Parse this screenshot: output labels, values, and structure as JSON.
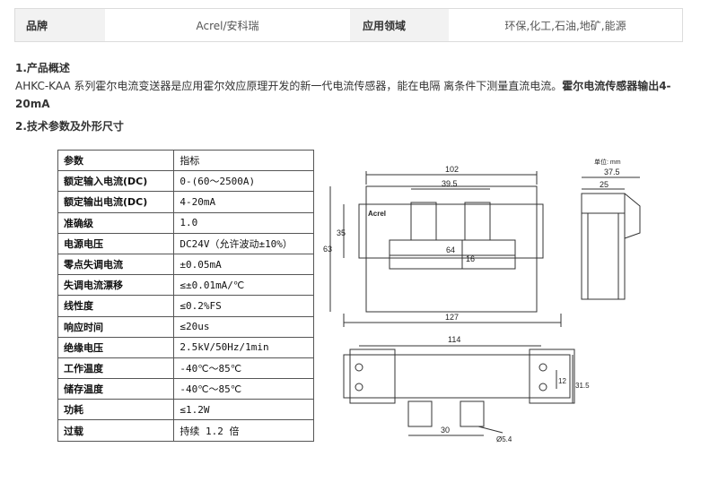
{
  "meta": {
    "brand_label": "品牌",
    "brand_value": "Acrel/安科瑞",
    "field_label": "应用领域",
    "field_value": "环保,化工,石油,地矿,能源"
  },
  "overview": {
    "title": "1.产品概述",
    "text_normal": "AHKC-KAA 系列霍尔电流变送器是应用霍尔效应原理开发的新一代电流传感器，能在电隔 离条件下测量直流电流。",
    "text_bold": "霍尔电流传感器输出4-20mA"
  },
  "specs_title": "2.技术参数及外形尺寸",
  "spec_table": [
    {
      "k": "参数",
      "v": "指标"
    },
    {
      "k": "额定输入电流(DC)",
      "v": "0-(60～2500A)"
    },
    {
      "k": "额定输出电流(DC)",
      "v": "4-20mA"
    },
    {
      "k": "准确级",
      "v": "1.0"
    },
    {
      "k": "电源电压",
      "v": "DC24V（允许波动±10%）"
    },
    {
      "k": "零点失调电流",
      "v": "±0.05mA"
    },
    {
      "k": "失调电流漂移",
      "v": "≤±0.01mA/℃"
    },
    {
      "k": "线性度",
      "v": "≤0.2%FS"
    },
    {
      "k": "响应时间",
      "v": "≤20us"
    },
    {
      "k": "绝缘电压",
      "v": "2.5kV/50Hz/1min"
    },
    {
      "k": "工作温度",
      "v": "-40℃～85℃"
    },
    {
      "k": "储存温度",
      "v": "-40℃～85℃"
    },
    {
      "k": "功耗",
      "v": "≤1.2W"
    },
    {
      "k": "过载",
      "v": "持续 1.2 倍"
    }
  ],
  "drawing": {
    "unit_label": "单位: mm",
    "brand_mark": "Acrel",
    "dims": {
      "w102": "102",
      "w39_5": "39.5",
      "h35": "35",
      "h63": "63",
      "w64": "64",
      "h16": "16",
      "w127": "127",
      "w37_5": "37.5",
      "w25": "25",
      "w114": "114",
      "h12": "12",
      "h31_5": "31.5",
      "w30": "30",
      "d5_4": "Ø5.4"
    }
  }
}
